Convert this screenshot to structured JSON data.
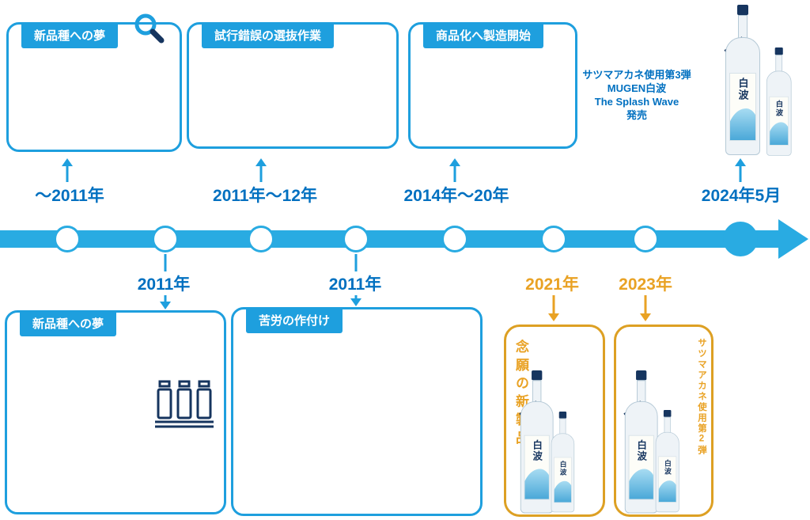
{
  "palette": {
    "timeline_blue": "#29ABE2",
    "box_blue": "#1E9FDE",
    "year_blue": "#0070C0",
    "accent_orange": "#E9A224",
    "navy": "#16355F"
  },
  "timeline": {
    "top_labels": [
      "〜2011年",
      "2011年〜12年",
      "2014年〜20年",
      "2024年5月"
    ],
    "bottom_labels": [
      "2011年",
      "2011年",
      "2021年",
      "2023年"
    ]
  },
  "top_boxes": [
    {
      "title": "新品種への夢"
    },
    {
      "title": "試行錯誤の選抜作業"
    },
    {
      "title": "商品化へ製造開始"
    }
  ],
  "bottom_boxes": [
    {
      "title": "新品種への夢"
    },
    {
      "title": "苦労の作付け"
    }
  ],
  "release_note": {
    "line1": "サツマアカネ使用第3弾",
    "line2": "MUGEN白波",
    "line3": "The Splash Wave",
    "line4": "発売"
  },
  "orange_boxes": [
    {
      "caption": "念願の新製品"
    },
    {
      "caption": "サツマアカネ使用第2弾"
    }
  ],
  "bottle": {
    "label": "白波"
  }
}
